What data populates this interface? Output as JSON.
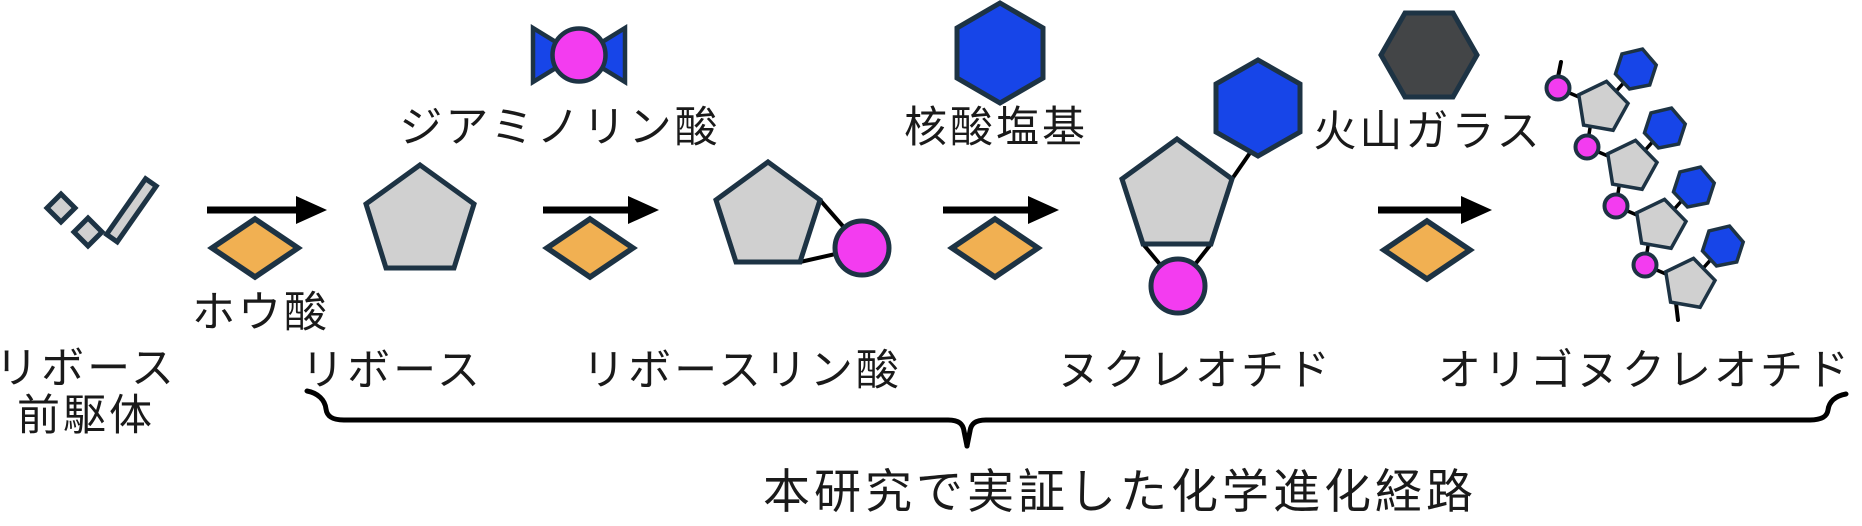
{
  "title": "chemical-evolution-pathway-diagram",
  "stages": {
    "precursor": {
      "line1": "リボース",
      "line2": "前駆体"
    },
    "ribose": "リボース",
    "ribose_phosphate": "リボースリン酸",
    "nucleotide": "ヌクレオチド",
    "oligonucleotide": "オリゴヌクレオチド"
  },
  "reagents": {
    "boric_acid": "ホウ酸",
    "diamidophosphate": "ジアミノリン酸",
    "nucleobase": "核酸塩基",
    "volcanic_glass": "火山ガラス"
  },
  "caption": "本研究で実証した化学進化経路",
  "icons": {
    "precursor_fragments": "two-small-gray-diamonds-and-slanted-rod",
    "reaction_arrow": "black-right-arrow",
    "catalyst": "orange-diamond",
    "sugar_ring": "gray-pentagon",
    "phosphate": "magenta-circle",
    "diamidophosphate": "magenta-circle-with-blue-bowtie",
    "nucleobase": "blue-hexagon",
    "volcanic_glass": "dark-gray-hexagon",
    "oligonucleotide": "chain-of-pentagon-hexagon-circle-units",
    "pathway_brace": "downward-curly-brace"
  },
  "colors": {
    "outline": "#1d3344",
    "sugar_gray": "#d0d0d0",
    "phosphate_magenta": "#f33cf0",
    "base_blue": "#1745e8",
    "catalyst_orange": "#f1b052",
    "glass_dark": "#434547",
    "line_black": "#000000",
    "text": "#1a1a1a"
  }
}
